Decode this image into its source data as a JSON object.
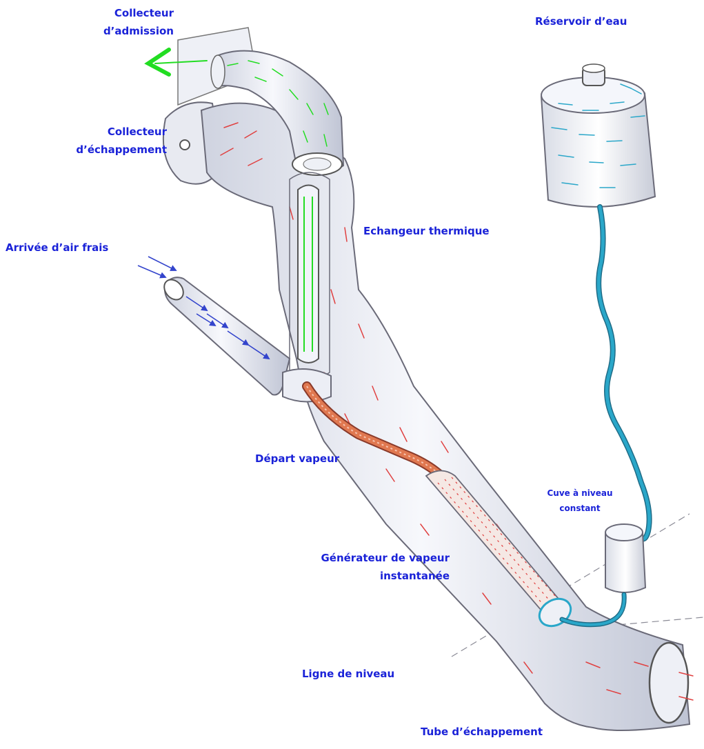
{
  "labels": {
    "intake_manifold": [
      "Collecteur",
      "d’admission"
    ],
    "water_tank": "Réservoir d’eau",
    "exhaust_manifold": [
      "Collecteur",
      "d’échappement"
    ],
    "heat_exchanger": "Echangeur thermique",
    "fresh_air_inlet": "Arrivée d’air frais",
    "steam_outlet": "Départ vapeur",
    "constant_level_tank": [
      "Cuve à niveau",
      "constant"
    ],
    "steam_generator": [
      "Générateur de vapeur",
      "instantanée"
    ],
    "level_line": "Ligne de niveau",
    "exhaust_pipe": "Tube d’échappement"
  },
  "colors": {
    "label_text": "#1a22d8",
    "intake_flow": "#22dd22",
    "exhaust_flow": "#e04040",
    "fresh_air_flow": "#3344cc",
    "water": "#2aa7c9",
    "steam_line": "#e07850",
    "pipe_outline": "#6a6a78",
    "pipe_fill": "#eef0f6"
  }
}
